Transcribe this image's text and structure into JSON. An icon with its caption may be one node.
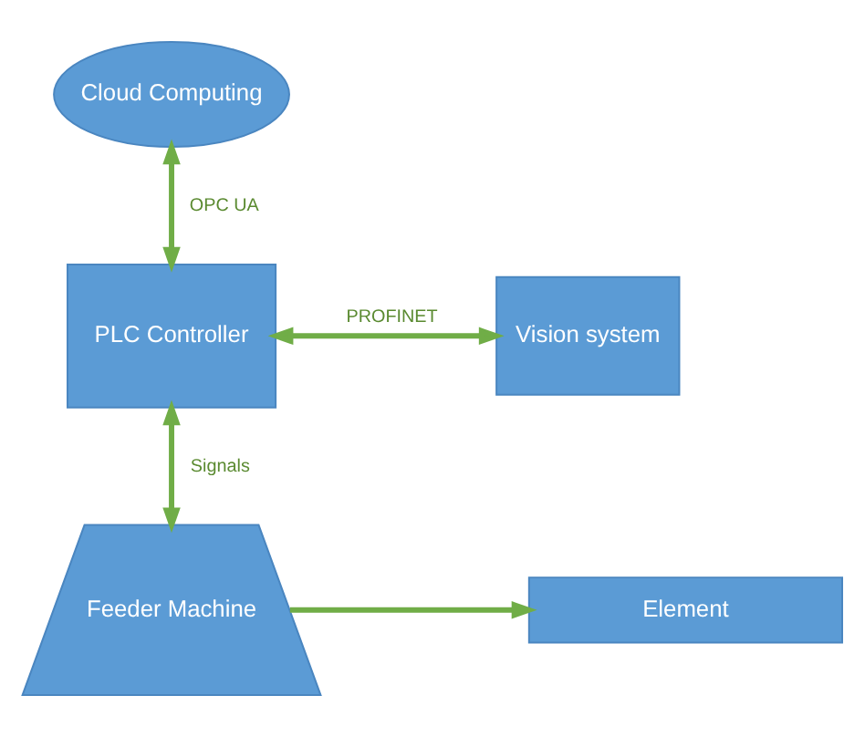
{
  "diagram": {
    "nodes": [
      {
        "text": [
          "Cloud Computing"
        ]
      },
      {
        "text": [
          "PLC Controller"
        ]
      },
      {
        "text": [
          "Vision system"
        ]
      },
      {
        "text": [
          "Feeder Machine"
        ]
      },
      {
        "text": [
          "Element"
        ]
      }
    ],
    "edges": [
      {
        "from": 0,
        "to": 1,
        "arrow": "both",
        "label": "OPC UA"
      },
      {
        "from": 1,
        "to": 2,
        "arrow": "both",
        "label": "PROFINET"
      },
      {
        "from": 1,
        "to": 3,
        "arrow": "both",
        "label": "Signals"
      },
      {
        "from": 3,
        "to": 4,
        "arrow": "to"
      }
    ]
  }
}
